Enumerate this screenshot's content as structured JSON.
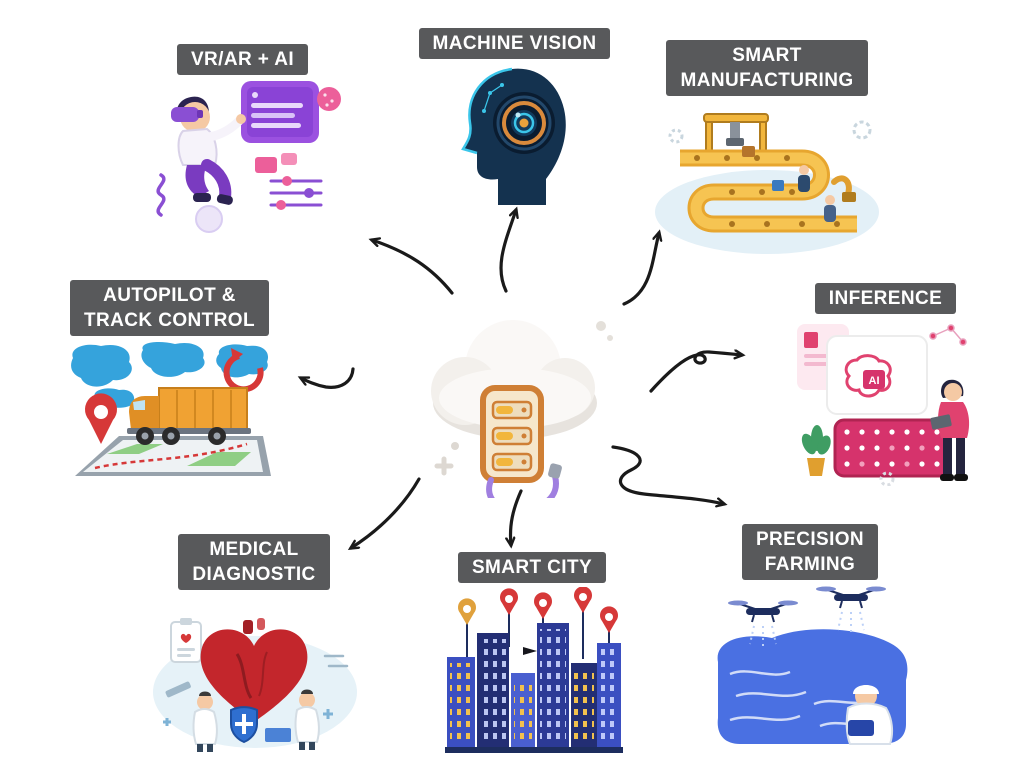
{
  "diagram": {
    "center": {
      "name": "cloud-edge-server"
    },
    "colors": {
      "label_bg": "#58595b",
      "label_text": "#ffffff",
      "arrow": "#1a1a1a",
      "accent_purple": "#8a4fd3",
      "accent_pink": "#d6336c",
      "accent_yellow": "#f2b63c",
      "accent_blue": "#3b63d8",
      "accent_red": "#c3262c",
      "accent_cyan": "#3bc6ea",
      "accent_orange": "#f0a233"
    },
    "nodes": [
      {
        "id": "vr-ar-ai",
        "lines": [
          "VR/AR + AI"
        ]
      },
      {
        "id": "machine-vision",
        "lines": [
          "MACHINE VISION"
        ]
      },
      {
        "id": "smart-manufacturing",
        "lines": [
          "SMART",
          "MANUFACTURING"
        ]
      },
      {
        "id": "inference",
        "lines": [
          "INFERENCE"
        ],
        "chip_text": "AI"
      },
      {
        "id": "precision-farming",
        "lines": [
          "PRECISION",
          "FARMING"
        ]
      },
      {
        "id": "smart-city",
        "lines": [
          "SMART CITY"
        ]
      },
      {
        "id": "medical-diagnostic",
        "lines": [
          "MEDICAL",
          "DIAGNOSTIC"
        ]
      },
      {
        "id": "autopilot-track-control",
        "lines": [
          "AUTOPILOT &",
          "TRACK CONTROL"
        ]
      }
    ]
  }
}
